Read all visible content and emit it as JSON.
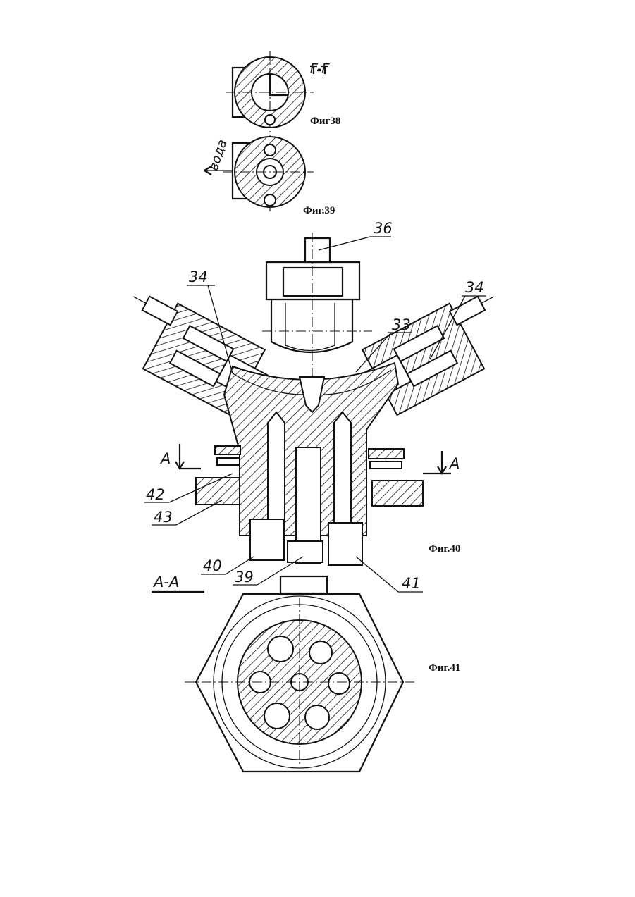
{
  "figures": {
    "fig38": {
      "caption": "Фиг38",
      "section_label": "Г-Г"
    },
    "fig39": {
      "caption": "Фиг.39",
      "flow_label": "вода"
    },
    "fig40": {
      "caption": "Фиг.40",
      "section_mark_left": "А",
      "section_mark_right": "А",
      "callouts": [
        "36",
        "34",
        "34",
        "33",
        "42",
        "43",
        "40",
        "39",
        "41"
      ]
    },
    "fig41": {
      "caption": "Фиг.41",
      "section_label": "А-А"
    }
  },
  "colors": {
    "ink": "#111111",
    "paper": "#ffffff"
  }
}
